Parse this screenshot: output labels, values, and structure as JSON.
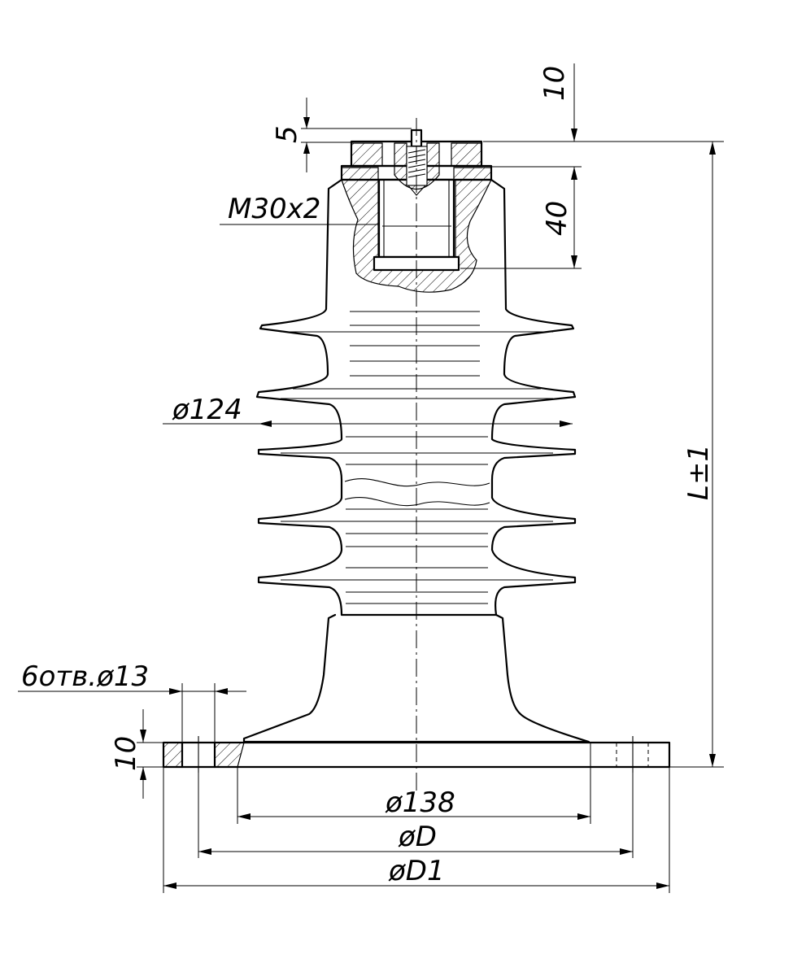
{
  "drawing": {
    "labels": {
      "top_offset": "10",
      "nut_height": "5",
      "thread": "M30x2",
      "thread_depth": "40",
      "shed_diameter": "ø124",
      "length": "L±1",
      "holes": "6отв.ø13",
      "flange_thickness": "10",
      "base_diameter": "ø138",
      "bolt_circle": "øD",
      "flange_diameter": "øD1"
    }
  }
}
